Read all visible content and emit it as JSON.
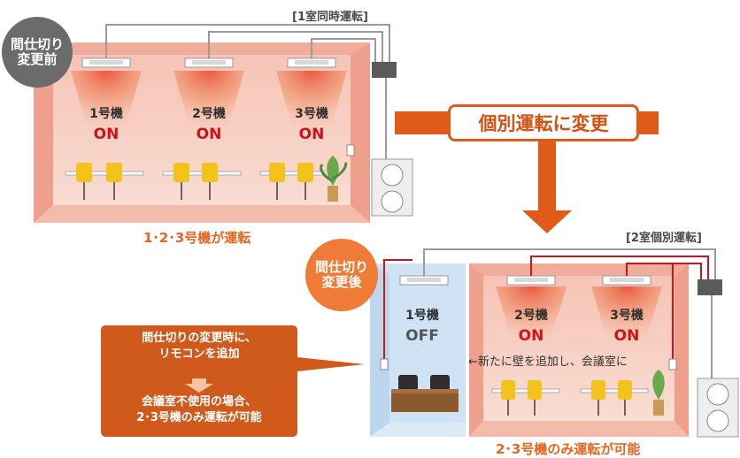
{
  "before": {
    "badge_line1": "間仕切り",
    "badge_line2": "変更前",
    "system_label": "[1室同時運転]",
    "units": [
      {
        "name": "1号機",
        "status": "ON"
      },
      {
        "name": "2号機",
        "status": "ON"
      },
      {
        "name": "3号機",
        "status": "ON"
      }
    ],
    "caption": "1･2･3号機が運転"
  },
  "transition": {
    "banner": "個別運転に変更"
  },
  "after": {
    "badge_line1": "間仕切り",
    "badge_line2": "変更後",
    "system_label": "[2室個別運転]",
    "units": [
      {
        "name": "1号機",
        "status": "OFF"
      },
      {
        "name": "2号機",
        "status": "ON"
      },
      {
        "name": "3号機",
        "status": "ON"
      }
    ],
    "wall_note": "←新たに壁を追加し、会議室に",
    "caption": "2･3号機のみ運転が可能"
  },
  "callout": {
    "line1": "間仕切りの変更時に、",
    "line2": "リモコンを追加",
    "line3": "会議室不使用の場合、",
    "line4": "2･3号機のみ運転が可能"
  },
  "colors": {
    "room_wall": "#f2b9ab",
    "room_floor": "#f7d3c8",
    "blue_room": "#cfe3f5",
    "accent_orange": "#e8641e",
    "on_red": "#d0121b",
    "callout_fill": "#cf5a1c",
    "badge_gray": "#6b6b6b"
  }
}
